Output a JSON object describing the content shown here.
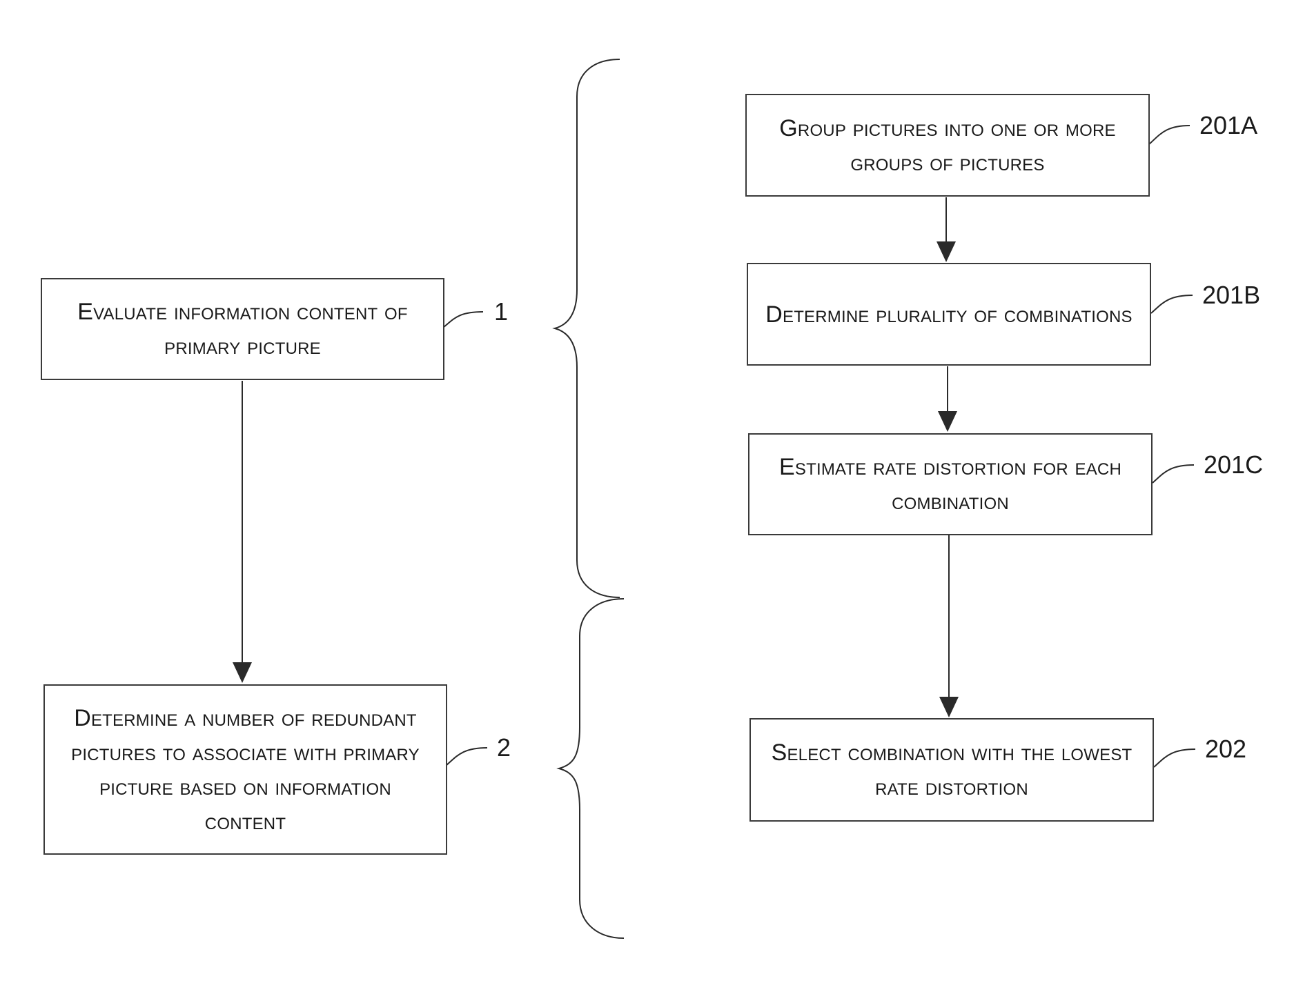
{
  "colors": {
    "line": "#2a2a2a",
    "text": "#1a1a1a",
    "background": "#ffffff"
  },
  "left_column": {
    "step1": {
      "text": "Evaluate information content of primary picture",
      "ref": "1"
    },
    "step2": {
      "text": "Determine a number of redundant pictures to associate with primary picture based on information content",
      "ref": "2"
    }
  },
  "right_column": {
    "step201a": {
      "text": "Group pictures into one or more groups of pictures",
      "ref": "201A"
    },
    "step201b": {
      "text": "Determine plurality of combinations",
      "ref": "201B"
    },
    "step201c": {
      "text": "Estimate rate distortion for each combination",
      "ref": "201C"
    },
    "step202": {
      "text": "Select combination with the lowest rate distortion",
      "ref": "202"
    }
  }
}
